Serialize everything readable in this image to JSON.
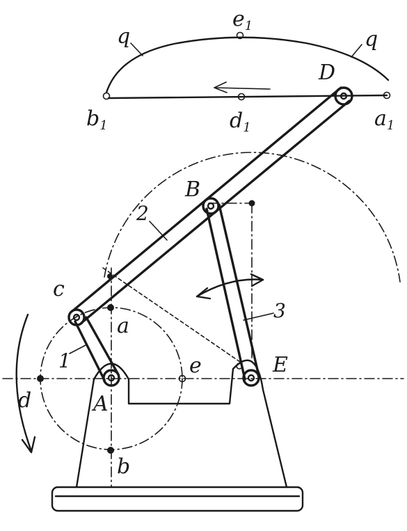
{
  "labels": {
    "q_left": "q",
    "q_right": "q",
    "e1": "e",
    "e1_sub": "1",
    "D": "D",
    "b1": "b",
    "b1_sub": "1",
    "d1": "d",
    "d1_sub": "1",
    "a1": "a",
    "a1_sub": "1",
    "B": "B",
    "C": "c",
    "a": "a",
    "e": "e",
    "E": "E",
    "d": "d",
    "A": "A",
    "b": "b",
    "link1": "1",
    "link2": "2",
    "link3": "3"
  },
  "colors": {
    "ink": "#1a1a1a",
    "paper": "#ffffff"
  }
}
